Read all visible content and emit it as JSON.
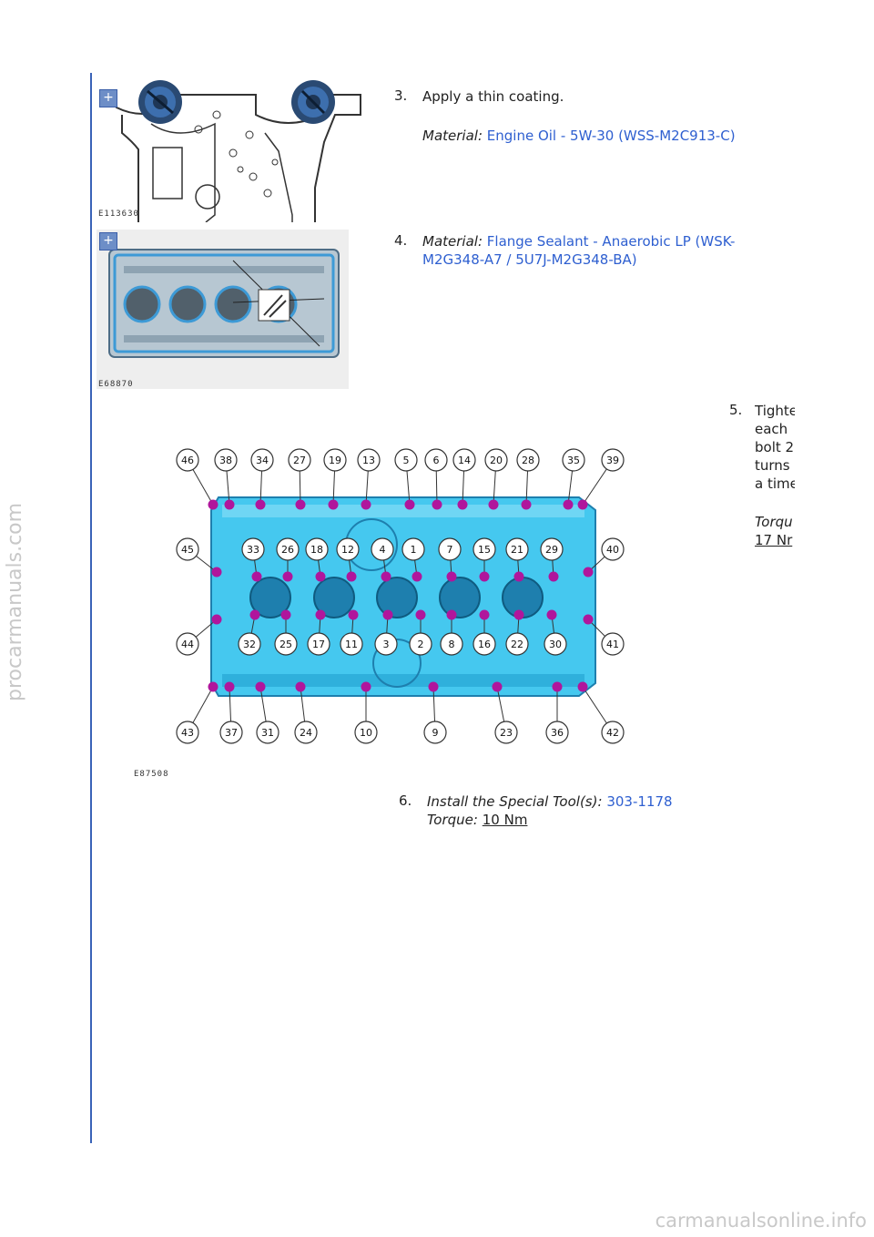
{
  "watermarks": {
    "left": "procarmanuals.com",
    "bottom": "carmanualsonline.info"
  },
  "figures": {
    "fig1": "E113630",
    "fig2": "E68870",
    "fig3": "E87508"
  },
  "steps": [
    {
      "num": "3.",
      "text": "Apply a thin coating.",
      "material_label": "Material:",
      "material_value": "Engine Oil - 5W-30 (WSS-M2C913-C)"
    },
    {
      "num": "4.",
      "material_label": "Material:",
      "material_line1": "Flange Sealant - Anaerobic LP (WSK-",
      "material_line2": "M2G348-A7 / 5U7J-M2G348-BA)"
    },
    {
      "num": "5.",
      "lines": [
        "Tighte",
        "each",
        "bolt 2",
        "turns",
        "a time"
      ],
      "torque_label": "Torqu",
      "torque_value": "17 Nr"
    },
    {
      "num": "6.",
      "tool_label": "Install the Special Tool(s):",
      "tool_value": "303-1178",
      "torque_label": "Torque:",
      "torque_value": "10 Nm"
    }
  ],
  "bolt_sequence": {
    "top_row": [
      "46",
      "38",
      "34",
      "27",
      "19",
      "13",
      "5",
      "6",
      "14",
      "20",
      "28",
      "35",
      "39"
    ],
    "upper_inner_row": [
      "33",
      "26",
      "18",
      "12",
      "4",
      "1",
      "7",
      "15",
      "21",
      "29"
    ],
    "left_side": [
      "45",
      "44"
    ],
    "right_side": [
      "40",
      "41"
    ],
    "lower_inner_row": [
      "32",
      "25",
      "17",
      "11",
      "3",
      "2",
      "8",
      "16",
      "22",
      "30"
    ],
    "bottom_row": [
      "43",
      "37",
      "31",
      "24",
      "10",
      "9",
      "23",
      "36",
      "42"
    ]
  },
  "colors": {
    "accent_blue": "#2e5fd0",
    "bolt_magenta": "#b0169c",
    "head_cyan": "#3fc6ee"
  }
}
